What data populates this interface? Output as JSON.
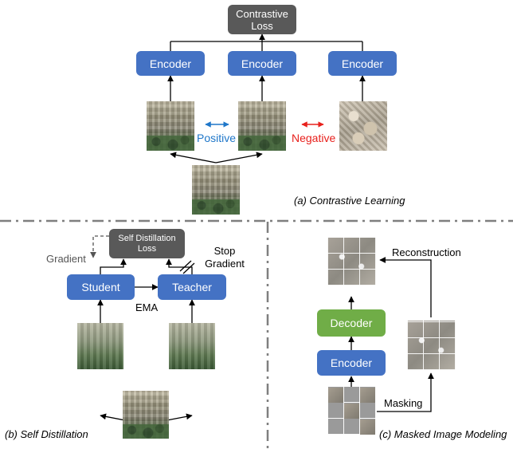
{
  "contrastive": {
    "loss": "Contrastive Loss",
    "encoder_labels": [
      "Encoder",
      "Encoder",
      "Encoder"
    ],
    "positive": "Positive",
    "negative": "Negative",
    "caption": "(a) Contrastive Learning",
    "positive_color": "#1f77c9",
    "negative_color": "#e8201c"
  },
  "self_distillation": {
    "loss": "Self Distillation Loss",
    "student": "Student",
    "teacher": "Teacher",
    "ema": "EMA",
    "gradient": "Gradient",
    "stop_gradient": "Stop Gradient",
    "caption": "(b)  Self Distillation"
  },
  "masked_image_modeling": {
    "reconstruction": "Reconstruction",
    "decoder": "Decoder",
    "encoder": "Encoder",
    "masking": "Masking",
    "caption": "(c)  Masked Image Modeling"
  },
  "colors": {
    "encoder_blue": "#4472c4",
    "loss_gray": "#595959",
    "decoder_green": "#70ad47"
  }
}
